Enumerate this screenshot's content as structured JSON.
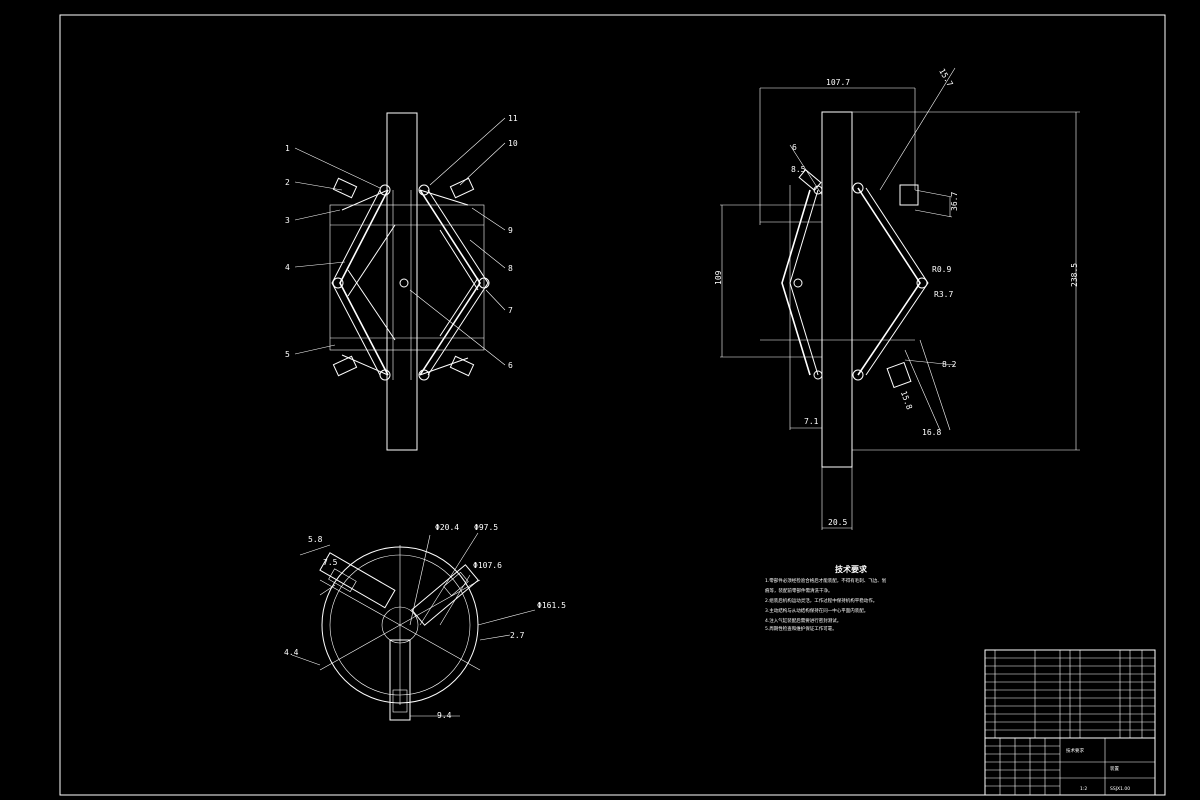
{
  "drawing": {
    "tech_req_title": "技术要求",
    "tech_requirements": [
      "1.零部件必须经检验合格后才能装配，不得有毛刺、飞边、划",
      "痕等，装配前零部件需清洗干净。",
      "2.组装后机构运动灵活，工作过程中保持机构平稳动作。",
      "3.主动结构与从动结构保持在同一中心平面内装配。",
      "4.注入气缸装配后需要进行密封测试。",
      "5.周期性检查和维护保证工作可靠。"
    ],
    "front_view_callouts": [
      "1",
      "2",
      "3",
      "4",
      "5",
      "6",
      "7",
      "8",
      "9",
      "10",
      "11"
    ],
    "side_view_dims": {
      "top_width": "107.7",
      "angled": "15.7",
      "left_small": "6",
      "left_small2": "8.5",
      "height_left": "109",
      "height_right": "238.5",
      "right_small": "36.7",
      "radius1": "R0.9",
      "radius2": "R3.7",
      "lower_right": "8.2",
      "lower_angled1": "15.8",
      "lower_angled2": "16.8",
      "bottom_small": "7.1",
      "bottom": "20.5"
    },
    "plan_view_dims": {
      "d1": "5.8",
      "d2": "7.5",
      "d3": "4.4",
      "d4": "9.4",
      "d5": "2.7",
      "dia1": "Φ20.4",
      "dia2": "Φ97.5",
      "dia3": "Φ107.6",
      "dia4": "Φ161.5"
    },
    "title_block": {
      "drawing_no": "SSJX1.00",
      "part_name": "装置",
      "label": "技术要求",
      "scale": "1:2"
    }
  }
}
